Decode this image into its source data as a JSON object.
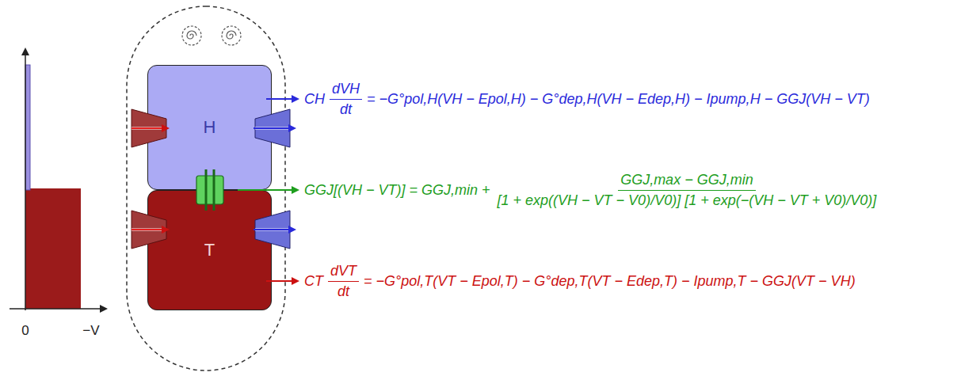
{
  "diagram": {
    "nodes": [
      {
        "text": [
          "H"
        ]
      },
      {
        "text": [
          "T"
        ]
      }
    ],
    "labels": [
      "0",
      "−V",
      "CH",
      "dVH",
      "dt",
      "= −G°pol,H(VH − Epol,H) − G°dep,H(VH − Edep,H) − Ipump,H − GGJ(VH − VT)",
      "GGJ[(VH − VT)] = GGJ,min +",
      "GGJ,max − GGJ,min",
      "[1 + exp((VH − VT − V0)/V0)] [1 + exp(−(VH − VT + V0)/V0)]",
      "CT",
      "dVT",
      "dt",
      "= −G°pol,T(VT − Epol,T) − G°dep,T(VT − Edep,T) − Ipump,T − GGJ(VT − VH)"
    ]
  }
}
